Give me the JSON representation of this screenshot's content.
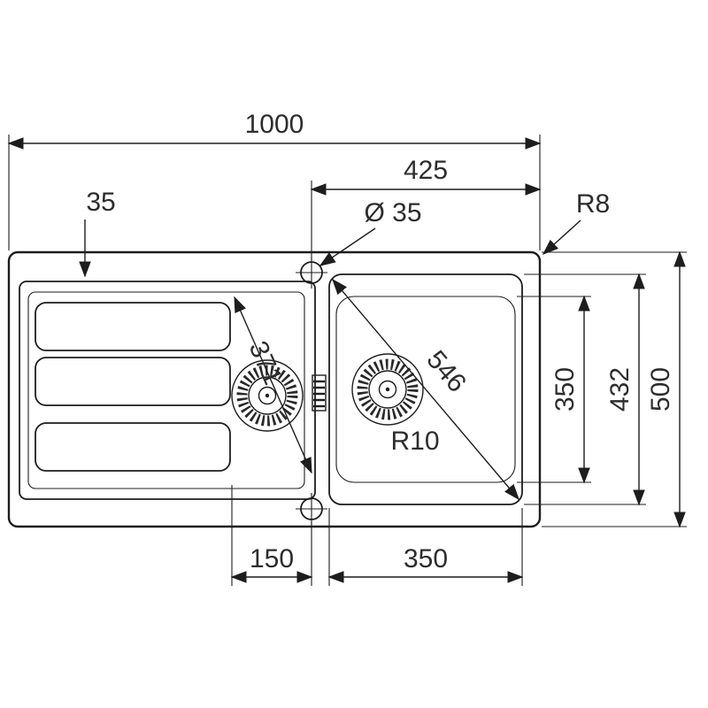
{
  "drawing": {
    "description": "Top-view technical drawing of an inset kitchen sink with drainboard, half bowl and main bowl",
    "dimensions": {
      "overall_width": "1000",
      "right_section_width": "425",
      "rim_to_drainer": "35",
      "tap_hole_diameter": "Ø 35",
      "outer_corner_radius": "R8",
      "drainer_diagonal": "371",
      "bowl_diagonal": "546",
      "bowl_inner_depth": "350",
      "bowl_outer_depth": "432",
      "overall_depth": "500",
      "bowl_corner_radius": "R10",
      "tap_hole_offset": "150",
      "bowl_width": "350"
    },
    "colors": {
      "line": "#1d1d1d",
      "text": "#2d2d2d",
      "background": "#ffffff"
    }
  }
}
